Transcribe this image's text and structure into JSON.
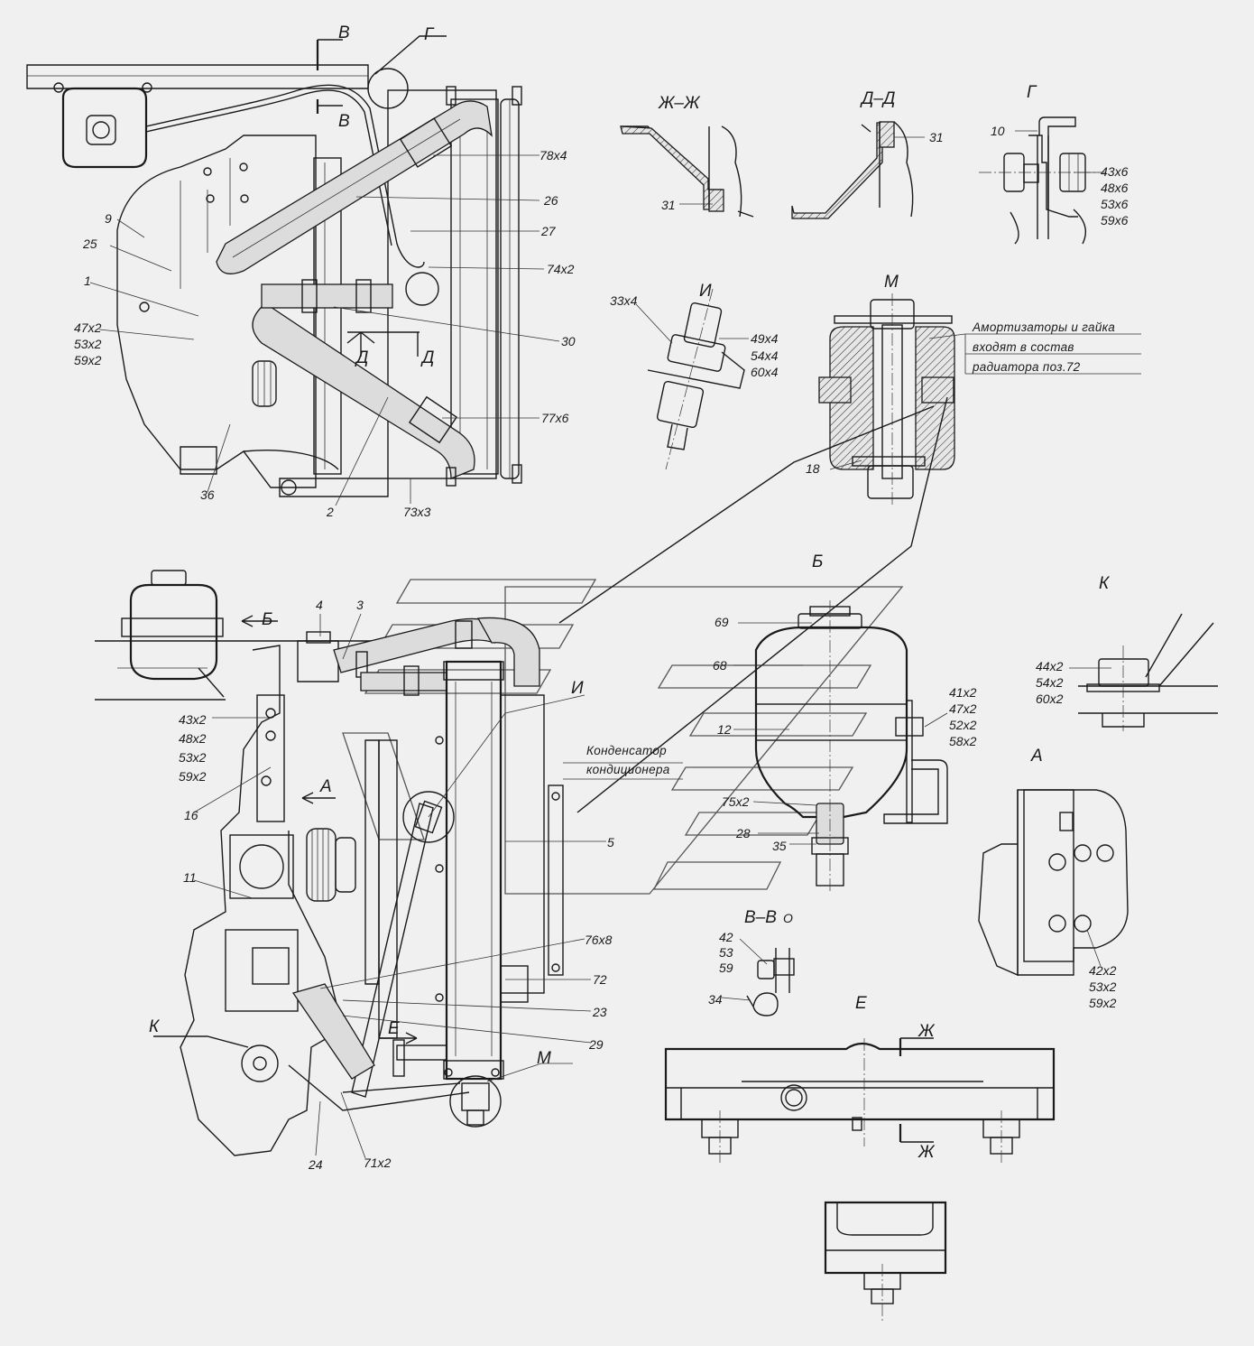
{
  "views": {
    "zh": "Ж–Ж",
    "d": "Д–Д",
    "g": "Г",
    "i": "И",
    "m": "М",
    "b": "Б",
    "k": "К",
    "a": "А",
    "vv": "В–В",
    "e": "Е"
  },
  "markers": {
    "v_top": "В",
    "v_mid": "В",
    "g": "Г",
    "d1": "Д",
    "d2": "Д",
    "b": "Б",
    "a": "А",
    "i": "И",
    "k": "К",
    "e": "Е",
    "m": "М",
    "zh_top": "Ж",
    "zh_bot": "Ж",
    "rot": "О"
  },
  "callouts_top": {
    "p78": "78х4",
    "p26": "26",
    "p27": "27",
    "p74": "74х2",
    "p30": "30",
    "p77": "77х6",
    "p9": "9",
    "p25": "25",
    "p1": "1",
    "p47": "47х2",
    "p53": "53х2",
    "p59": "59х2",
    "p36": "36",
    "p2": "2",
    "p73": "73х3"
  },
  "section_zh": {
    "p31": "31"
  },
  "section_d": {
    "p31": "31"
  },
  "view_g": {
    "p10": "10",
    "p43": "43х6",
    "p48": "48х6",
    "p53": "53х6",
    "p59": "59х6"
  },
  "view_i": {
    "p33": "33х4",
    "p49": "49х4",
    "p54": "54х4",
    "p60": "60х4"
  },
  "view_m": {
    "note1": "Амортизаторы и гайка",
    "note2": "входят в состав",
    "note3": "радиатора поз.72",
    "p18": "18"
  },
  "view_b": {
    "p69": "69",
    "p68": "68",
    "p12": "12",
    "p41": "41х2",
    "p47": "47х2",
    "p52": "52х2",
    "p58": "58х2",
    "p75": "75х2",
    "p28": "28",
    "p35": "35"
  },
  "view_k": {
    "p44": "44х2",
    "p54": "54х2",
    "p60": "60х2"
  },
  "view_a": {
    "p42": "42х2",
    "p53": "53х2",
    "p59": "59х2"
  },
  "view_vv": {
    "p42": "42",
    "p53": "53",
    "p59": "59",
    "p34": "34"
  },
  "callouts_main": {
    "p4": "4",
    "p3": "3",
    "p43": "43х2",
    "p48": "48х2",
    "p53": "53х2",
    "p59": "59х2",
    "p16": "16",
    "p11": "11",
    "cond1": "Конденсатор",
    "cond2": "кондиционера",
    "p5": "5",
    "p76": "76х8",
    "p72": "72",
    "p23": "23",
    "p29": "29",
    "p24": "24",
    "p71": "71х2"
  }
}
